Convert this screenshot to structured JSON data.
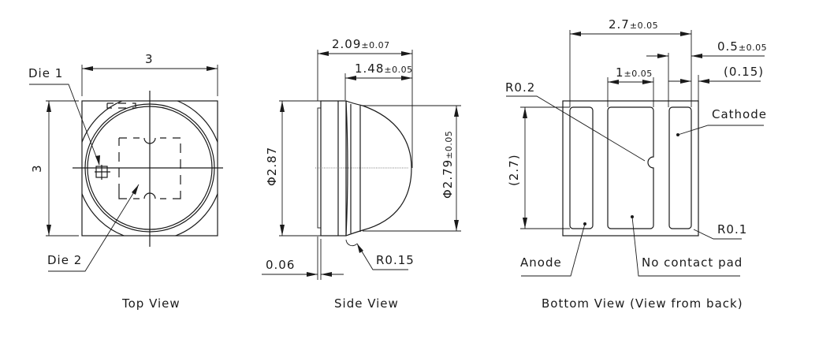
{
  "views": {
    "top": {
      "title": "Top View",
      "width_dim": "3",
      "height_dim": "3",
      "callouts": {
        "die1": "Die 1",
        "die2": "Die 2"
      }
    },
    "side": {
      "title": "Side View",
      "overall_length": "2.09",
      "overall_length_tol": "±0.07",
      "lens_length": "1.48",
      "lens_length_tol": "±0.05",
      "body_diameter": "Φ2.87",
      "lens_diameter": "Φ2.79",
      "lens_diameter_tol": "±0.05",
      "base_thickness": "0.06",
      "fillet_radius": "R0.15"
    },
    "bottom": {
      "title": "Bottom View (View from back)",
      "pads_span": "2.7",
      "pads_span_tol": "±0.05",
      "center_pad_width": "1",
      "center_pad_width_tol": "±0.05",
      "cathode_pad_width": "0.5",
      "cathode_pad_width_tol": "±0.05",
      "edge_offset": "(0.15)",
      "pad_length": "(2.7)",
      "notch_radius": "R0.2",
      "corner_radius": "R0.1",
      "callouts": {
        "cathode": "Cathode",
        "anode": "Anode",
        "no_contact": "No contact pad"
      }
    }
  },
  "colors": {
    "line": "#1a1a1a",
    "background": "#ffffff"
  }
}
